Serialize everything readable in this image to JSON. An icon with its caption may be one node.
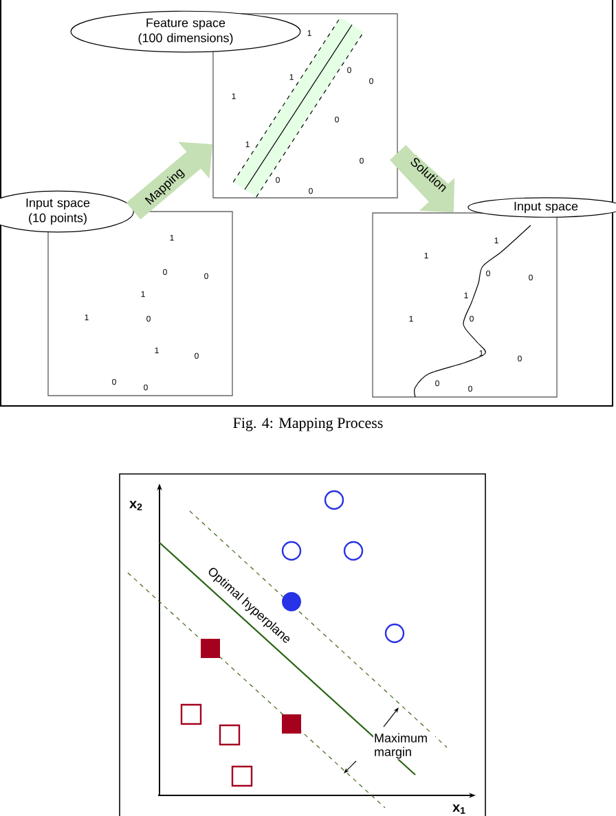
{
  "diagram": {
    "caption": "Fig. 4: Mapping Process",
    "nodes": [
      {
        "text": [
          "Feature space (100 dimensions)"
        ]
      },
      {
        "text": [],
        "shape": "box"
      },
      {
        "text": [
          "Input space (10 points)"
        ]
      },
      {
        "text": [],
        "shape": "box"
      },
      {
        "text": [
          "Input space"
        ]
      },
      {
        "text": [],
        "shape": "box"
      }
    ],
    "edges": [
      {
        "from": 3,
        "to": 1,
        "arrow": "to",
        "label": "Mapping"
      },
      {
        "from": 1,
        "to": 5,
        "arrow": "to",
        "label": "Solution"
      }
    ],
    "labels": [
      "1",
      "1",
      "0",
      "0",
      "1",
      "0",
      "1",
      "0",
      "0",
      "0",
      "1",
      "0",
      "0",
      "1",
      "1",
      "0",
      "1",
      "0",
      "0",
      "0",
      "1",
      "1",
      "0",
      "0",
      "1",
      "1",
      "0",
      "1",
      "0",
      "0",
      "0",
      "x$_{2}$",
      "Optimal hyperplane",
      "Maximum margin",
      "x$_{1}$"
    ]
  }
}
